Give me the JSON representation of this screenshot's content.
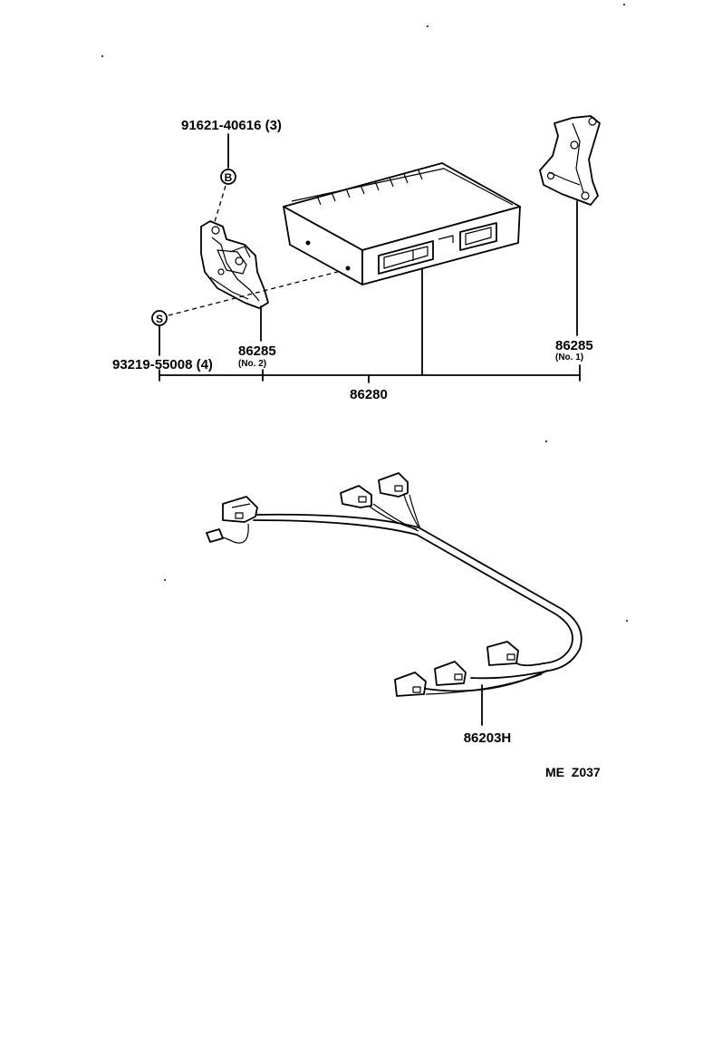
{
  "parts": {
    "bolt": {
      "number": "91621-40616 (3)",
      "symbol": "B"
    },
    "screw": {
      "number": "93219-55008 (4)",
      "symbol": "S"
    },
    "bracket_no2": {
      "number": "86285",
      "qualifier": "(No. 2)"
    },
    "bracket_no1": {
      "number": "86285",
      "qualifier": "(No. 1)"
    },
    "amplifier_assembly": {
      "number": "86280"
    },
    "wire_harness": {
      "number": "86203H"
    }
  },
  "illustration_code": "ME  Z037"
}
